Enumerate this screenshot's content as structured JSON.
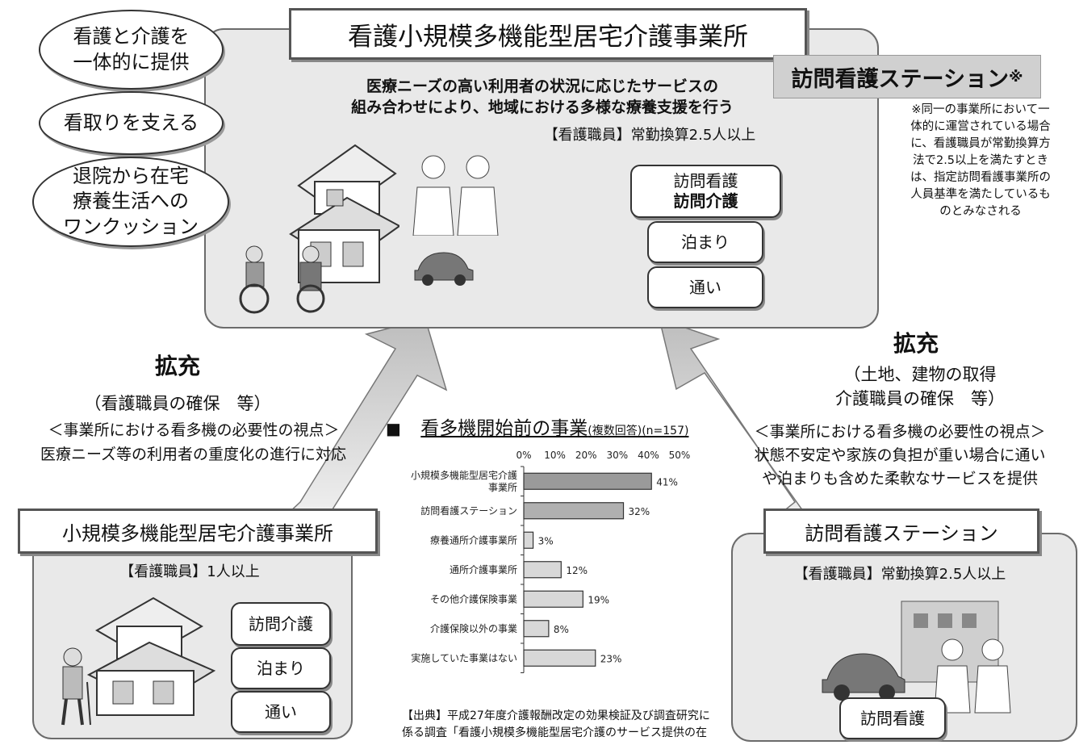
{
  "center": {
    "title": "看護小規模多機能型居宅介護事業所",
    "desc_line1": "医療ニーズの高い利用者の状況に応じたサービスの",
    "desc_line2": "組み合わせにより、地域における多様な療養支援を行う",
    "staff": "【看護職員】常勤換算2.5人以上",
    "services": [
      "訪問看護",
      "訪問介護",
      "泊まり",
      "通い"
    ]
  },
  "badge": {
    "text": "訪問看護ステーション",
    "mark": "※"
  },
  "note_lines": [
    "※同一の事業所において一",
    "体的に運営されている場合",
    "に、看護職員が常勤換算方",
    "法で2.5以上を満たすとき",
    "は、指定訪問看護事業所の",
    "人員基準を満たしているも",
    "のとみなされる"
  ],
  "ovals": [
    {
      "line1": "看護と介護を",
      "line2": "一体的に提供"
    },
    {
      "line1": "看取りを支える"
    },
    {
      "line1": "退院から在宅",
      "line2": "療養生活への",
      "line3": "ワンクッション"
    }
  ],
  "left_arrow": {
    "title": "拡充",
    "sub": "（看護職員の確保　等）",
    "view": "＜事業所における看多機の必要性の視点＞",
    "desc": "医療ニーズ等の利用者の重度化の進行に対応"
  },
  "right_arrow": {
    "title": "拡充",
    "sub1": "（土地、建物の取得",
    "sub2": "介護職員の確保　等）",
    "view": "＜事業所における看多機の必要性の視点＞",
    "desc1": "状態不安定や家族の負担が重い場合に通い",
    "desc2": "や泊まりも含めた柔軟なサービスを提供"
  },
  "bottom_left": {
    "title": "小規模多機能型居宅介護事業所",
    "staff": "【看護職員】1人以上",
    "services": [
      "訪問介護",
      "泊まり",
      "通い"
    ]
  },
  "bottom_right": {
    "title": "訪問看護ステーション",
    "staff": "【看護職員】常勤換算2.5人以上",
    "service": "訪問看護"
  },
  "chart_header": {
    "marker": "■",
    "title": "看多機開始前の事業",
    "sub": "(複数回答)(n=157)"
  },
  "chart_data": {
    "type": "bar",
    "orientation": "horizontal",
    "title": "看多機開始前の事業(複数回答)(n=157)",
    "categories": [
      "小規模多機能型居宅介護事業所",
      "訪問看護ステーション",
      "療養通所介護事業所",
      "通所介護事業所",
      "その他介護保険事業",
      "介護保険以外の事業",
      "実施していた事業はない"
    ],
    "category_lines": [
      [
        "小規模多機能型居宅介護",
        "事業所"
      ],
      [
        "訪問看護ステーション"
      ],
      [
        "療養通所介護事業所"
      ],
      [
        "通所介護事業所"
      ],
      [
        "その他介護保険事業"
      ],
      [
        "介護保険以外の事業"
      ],
      [
        "実施していた事業はない"
      ]
    ],
    "values": [
      41,
      32,
      3,
      12,
      19,
      8,
      23
    ],
    "value_labels": [
      "41%",
      "32%",
      "3%",
      "12%",
      "19%",
      "8%",
      "23%"
    ],
    "xlim": [
      0,
      50
    ],
    "ticks": [
      "0%",
      "10%",
      "20%",
      "30%",
      "40%",
      "50%"
    ],
    "colors": [
      "#9a9a9a",
      "#b0b0b0",
      "#d8d8d8",
      "#d8d8d8",
      "#d8d8d8",
      "#d8d8d8",
      "#d8d8d8"
    ]
  },
  "source": {
    "line1": "【出典】平成27年度介護報酬改定の効果検証及び調査研究に",
    "line2": "係る調査「看護小規模多機能型居宅介護のサービス提供の在"
  }
}
